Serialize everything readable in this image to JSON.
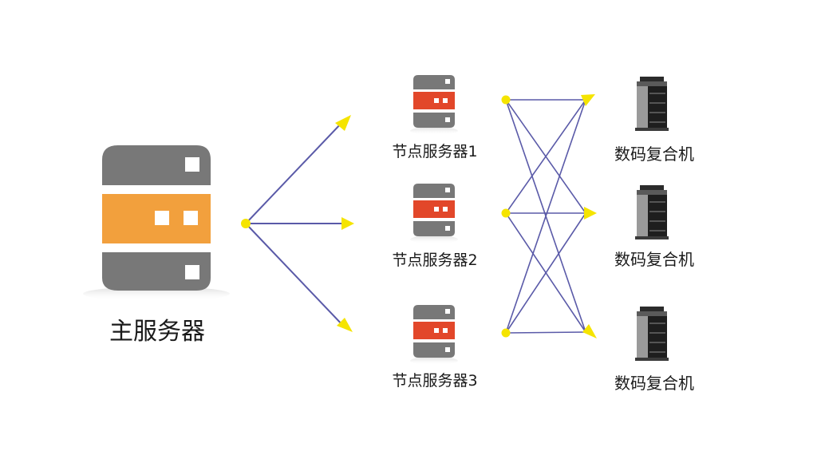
{
  "main_server": {
    "label": "主服务器",
    "icon": "server-icon",
    "accent": "#f2a03d"
  },
  "node_servers": [
    {
      "label": "节点服务器1",
      "icon": "server-icon",
      "accent": "#e2472a"
    },
    {
      "label": "节点服务器2",
      "icon": "server-icon",
      "accent": "#e2472a"
    },
    {
      "label": "节点服务器3",
      "icon": "server-icon",
      "accent": "#e2472a"
    }
  ],
  "devices": [
    {
      "label": "数码复合机",
      "icon": "printer-icon"
    },
    {
      "label": "数码复合机",
      "icon": "printer-icon"
    },
    {
      "label": "数码复合机",
      "icon": "printer-icon"
    }
  ],
  "colors": {
    "server_gray": "#787878",
    "line": "#5a5aa8",
    "arrow": "#f5e400"
  }
}
